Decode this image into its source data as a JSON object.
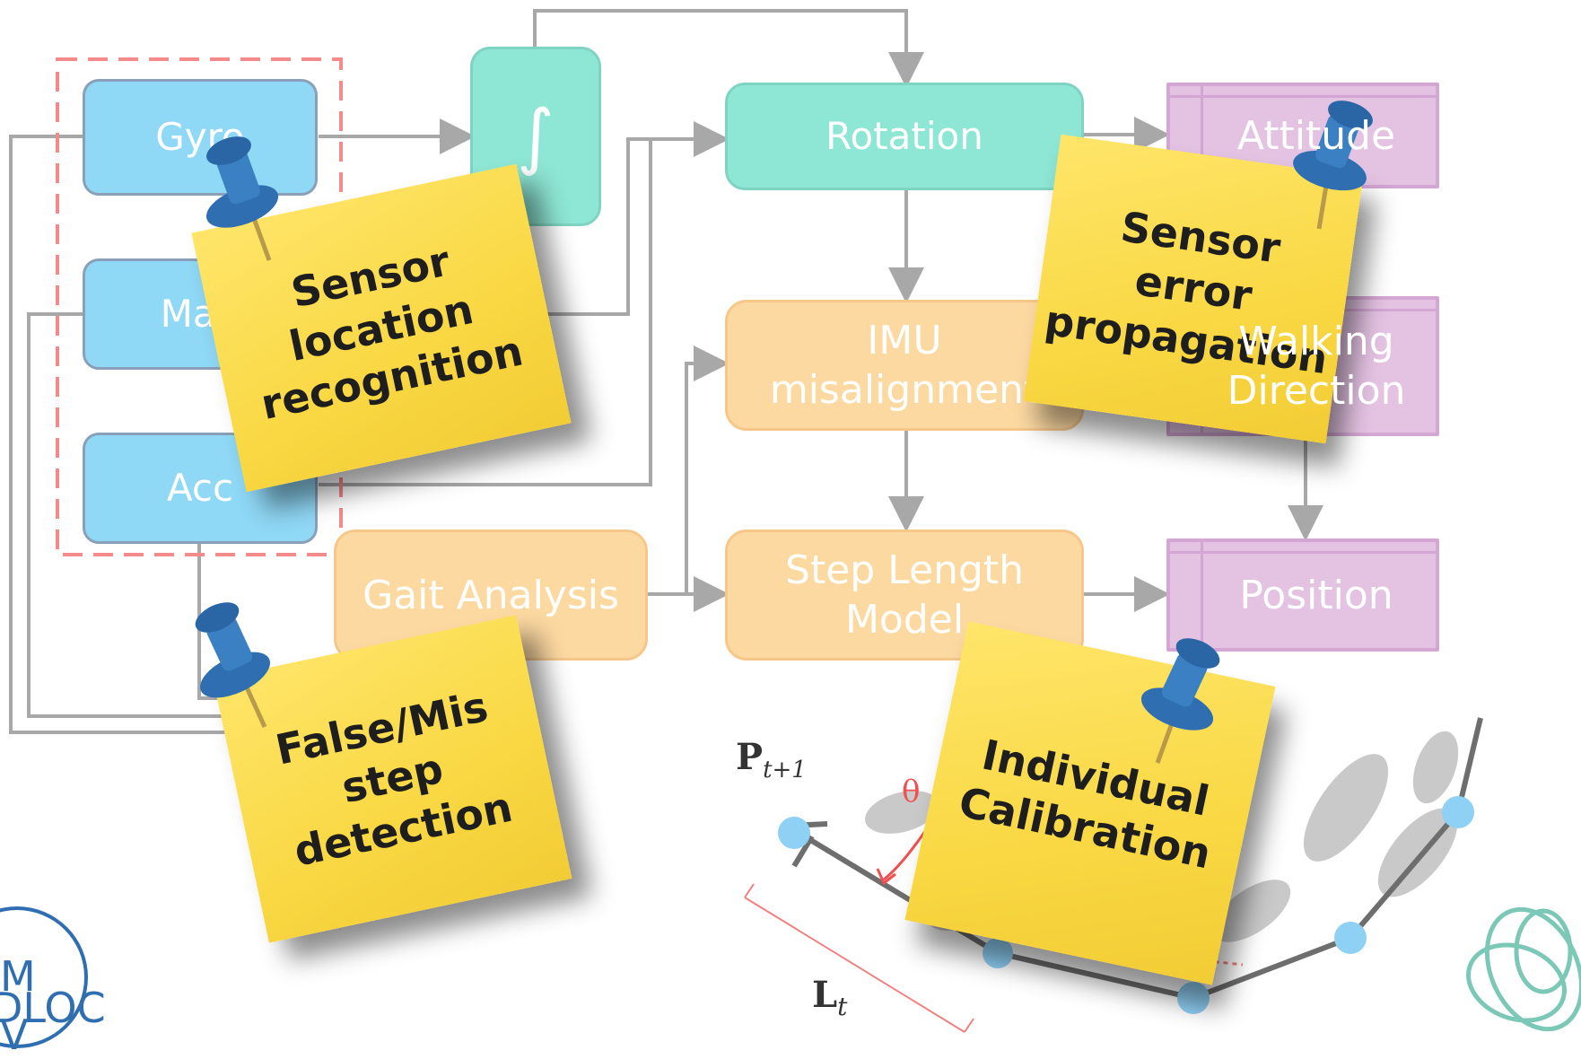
{
  "sensors": {
    "gyro": "Gyro",
    "mag": "Mag",
    "acc": "Acc"
  },
  "integral_symbol": "∫",
  "blocks": {
    "rotation": "Rotation",
    "imu_misalignment": "IMU\nmisalignment",
    "step_length": "Step Length\nModel",
    "gait": "Gait Analysis"
  },
  "outputs": {
    "attitude": "Attitude",
    "heading": "Walking\nDirection",
    "position": "Position"
  },
  "notes": {
    "sensor_location": "Sensor\nlocation\nrecognition",
    "error_propagation": "Sensor\nerror\npropagation",
    "false_step": "False/Mis\nstep\ndetection",
    "calibration": "Individual\nCalibration"
  },
  "diagram_labels": {
    "p_next": "P",
    "p_next_sub": "t+1",
    "theta": "θ",
    "length": "L",
    "length_sub": "t"
  },
  "logo_left": {
    "line1": "M",
    "line2": "DLOC",
    "line3": "V"
  },
  "colors": {
    "sensor": "#8fd8f6",
    "integrate": "#8ee6d4",
    "model": "#fdd9a2",
    "output": "#e3c2e2",
    "note": "#f9d843",
    "pin": "#2f6fb1"
  }
}
